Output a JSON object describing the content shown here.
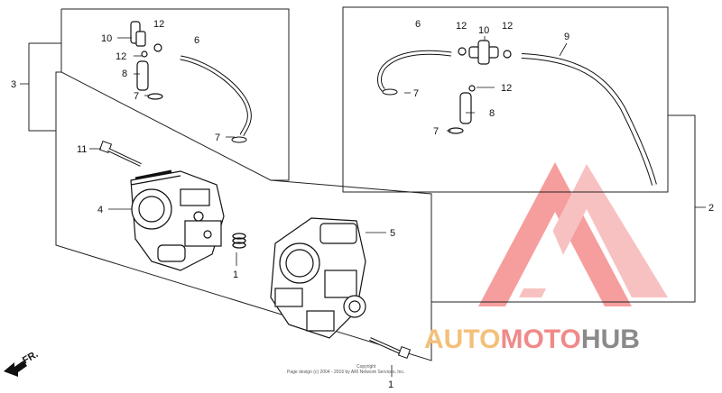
{
  "callouts": {
    "c1": "1",
    "c1b": "1",
    "c2": "2",
    "c3": "3",
    "c4": "4",
    "c5": "5",
    "c6a": "6",
    "c6b": "6",
    "c7a": "7",
    "c7b": "7",
    "c7c": "7",
    "c7d": "7",
    "c8a": "8",
    "c8b": "8",
    "c9": "9",
    "c10a": "10",
    "c10b": "10",
    "c11": "11",
    "c12a": "12",
    "c12b": "12",
    "c12c": "12",
    "c12d": "12",
    "c12e": "12"
  },
  "front_marker": "FR.",
  "watermark": {
    "part1": "AUTO",
    "part2": "MOTO",
    "part3": "HUB",
    "color1": "#f3c07a",
    "color2": "#f08a8a",
    "color3": "#8a8a8a",
    "logo_color": "#f26a6a"
  },
  "copyright": {
    "line1": "Copyright",
    "line2": "Page design (c) 2004 - 2016 by ARI Network Services, Inc."
  }
}
